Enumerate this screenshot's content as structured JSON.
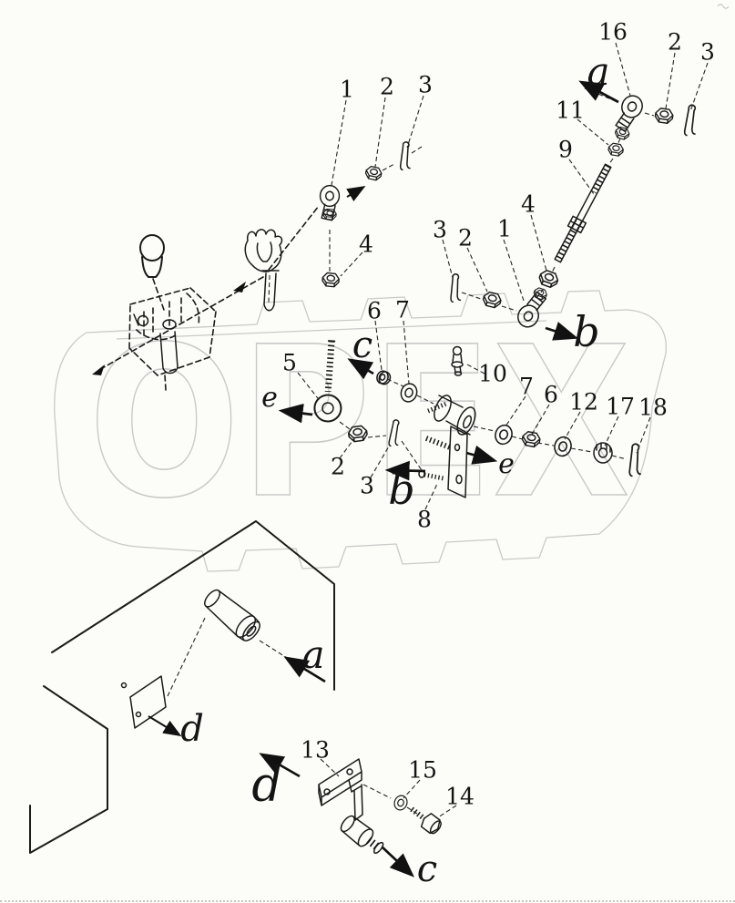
{
  "diagram": {
    "background_color": "#fcfcf8",
    "line_color": "#1a1a1a",
    "watermark": {
      "text": "OPEX",
      "color": "#c9c9c9"
    },
    "part_labels": [
      {
        "text": "16"
      },
      {
        "text": "2"
      },
      {
        "text": "3"
      },
      {
        "text": "11"
      },
      {
        "text": "9"
      },
      {
        "text": "4"
      },
      {
        "text": "1"
      },
      {
        "text": "2"
      },
      {
        "text": "3"
      },
      {
        "text": "4"
      },
      {
        "text": "3"
      },
      {
        "text": "2"
      },
      {
        "text": "1"
      },
      {
        "text": "5"
      },
      {
        "text": "6"
      },
      {
        "text": "7"
      },
      {
        "text": "10"
      },
      {
        "text": "2"
      },
      {
        "text": "3"
      },
      {
        "text": "8"
      },
      {
        "text": "7"
      },
      {
        "text": "6"
      },
      {
        "text": "12"
      },
      {
        "text": "17"
      },
      {
        "text": "18"
      },
      {
        "text": "13"
      },
      {
        "text": "15"
      },
      {
        "text": "14"
      }
    ],
    "view_labels": [
      {
        "text": "a"
      },
      {
        "text": "b"
      },
      {
        "text": "c"
      },
      {
        "text": "e"
      },
      {
        "text": "e"
      },
      {
        "text": "b"
      },
      {
        "text": "a"
      },
      {
        "text": "d"
      },
      {
        "text": "d"
      },
      {
        "text": "c"
      }
    ]
  }
}
